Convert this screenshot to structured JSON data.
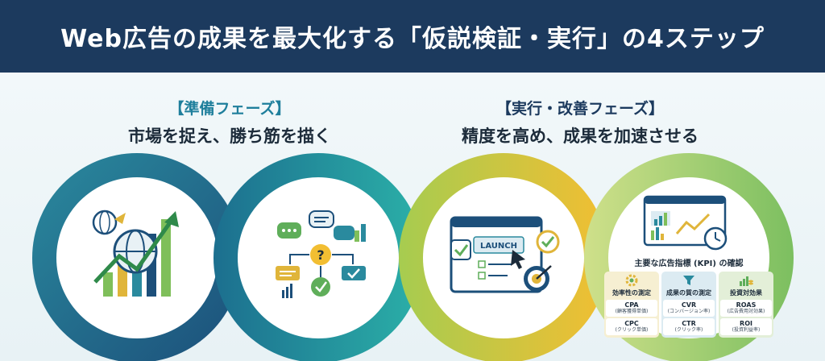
{
  "header": {
    "title": "Web広告の成果を最大化する「仮説検証・実行」の4ステップ"
  },
  "phases": [
    {
      "tag": "【準備フェーズ】",
      "subtitle": "市場を捉え、勝ち筋を描く"
    },
    {
      "tag": "【実行・改善フェーズ】",
      "subtitle": "精度を高め、成果を加速させる"
    }
  ],
  "steps": [
    {
      "icon": "market-analysis-icon",
      "color": "#1f6f8b"
    },
    {
      "icon": "hypothesis-flow-icon",
      "color": "#1f9aa6"
    },
    {
      "icon": "launch-icon",
      "label": "LAUNCH",
      "color": "#e8c23a"
    },
    {
      "icon": "kpi-dashboard-icon",
      "color": "#8cc46a"
    }
  ],
  "kpi": {
    "title": "主要な広告指標 (KPI) の確認",
    "columns": [
      {
        "icon": "gear-icon",
        "heading": "効率性の測定",
        "items": [
          {
            "name": "CPA",
            "desc": "(顧客獲得単価)"
          },
          {
            "name": "CPC",
            "desc": "(クリック単価)"
          }
        ]
      },
      {
        "icon": "funnel-icon",
        "heading": "成果の質の測定",
        "items": [
          {
            "name": "CVR",
            "desc": "(コンバージョン率)"
          },
          {
            "name": "CTR",
            "desc": "(クリック率)"
          }
        ]
      },
      {
        "icon": "coins-chart-icon",
        "heading": "投資対効果",
        "items": [
          {
            "name": "ROAS",
            "desc": "(広告費用対効果)"
          },
          {
            "name": "ROI",
            "desc": "(投資利益率)"
          }
        ]
      }
    ]
  }
}
